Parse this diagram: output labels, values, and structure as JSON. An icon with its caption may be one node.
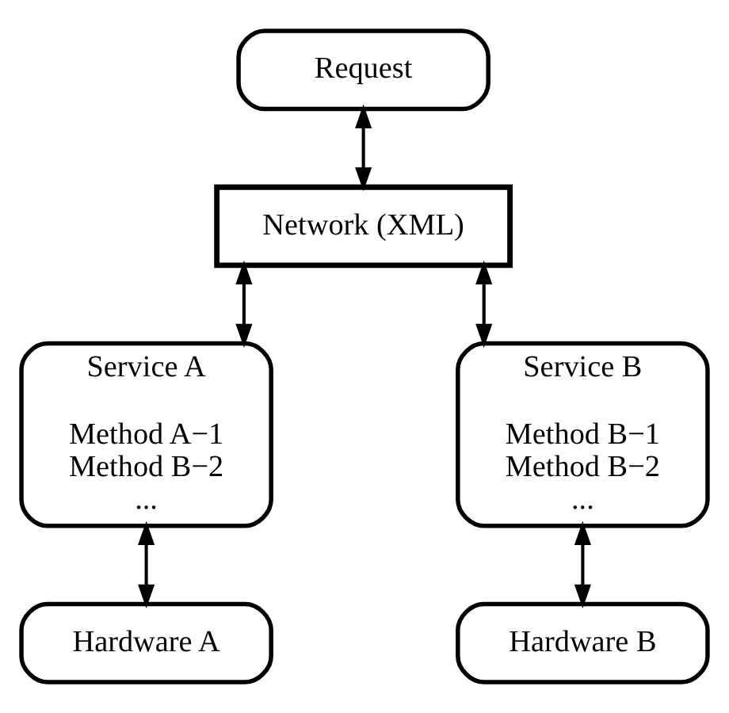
{
  "diagram": {
    "nodes": [
      {
        "text": [
          "Request"
        ]
      },
      {
        "text": [
          "Network (XML)"
        ]
      },
      {
        "text": [
          "Service A",
          "Method A−1",
          "Method B−2",
          "..."
        ]
      },
      {
        "text": [
          "Service B",
          "Method B−1",
          "Method B−2",
          "..."
        ]
      },
      {
        "text": [
          "Hardware A"
        ]
      },
      {
        "text": [
          "Hardware B"
        ]
      }
    ],
    "edges": [
      {
        "from": 0,
        "to": 1,
        "arrow": "both"
      },
      {
        "from": 1,
        "to": 2,
        "arrow": "both"
      },
      {
        "from": 1,
        "to": 3,
        "arrow": "both"
      },
      {
        "from": 2,
        "to": 4,
        "arrow": "both"
      },
      {
        "from": 3,
        "to": 5,
        "arrow": "both"
      }
    ]
  }
}
